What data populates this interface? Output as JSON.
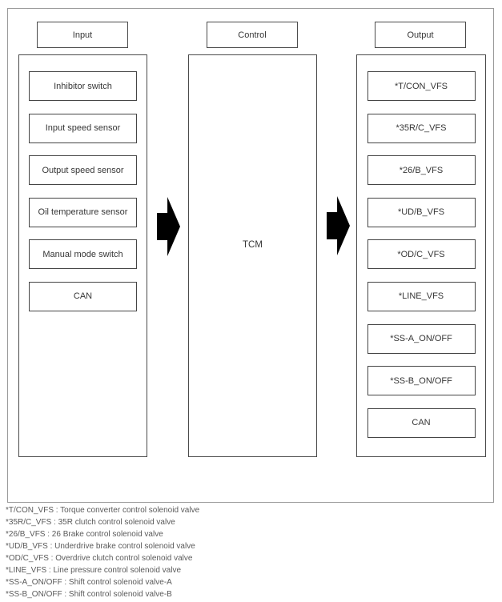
{
  "diagram": {
    "input": {
      "header": "Input",
      "boxes": [
        "Inhibitor switch",
        "Input speed sensor",
        "Output speed sensor",
        "Oil temperature sensor",
        "Manual mode switch",
        "CAN"
      ]
    },
    "control": {
      "header": "Control",
      "label": "TCM"
    },
    "output": {
      "header": "Output",
      "boxes": [
        "*T/CON_VFS",
        "*35R/C_VFS",
        "*26/B_VFS",
        "*UD/B_VFS",
        "*OD/C_VFS",
        "*LINE_VFS",
        "*SS-A_ON/OFF",
        "*SS-B_ON/OFF",
        "CAN"
      ]
    }
  },
  "footnotes": [
    "*T/CON_VFS : Torque converter control solenoid valve",
    "*35R/C_VFS : 35R clutch control solenoid valve",
    "*26/B_VFS : 26 Brake control solenoid valve",
    "*UD/B_VFS : Underdrive brake control solenoid valve",
    "*OD/C_VFS : Overdrive clutch control solenoid valve",
    "*LINE_VFS : Line pressure control solenoid valve",
    "*SS-A_ON/OFF : Shift control solenoid valve-A",
    "*SS-B_ON/OFF : Shift control solenoid valve-B"
  ],
  "colors": {
    "background": "#ffffff",
    "frame_border": "#9a9a9a",
    "box_border": "#4b4b4b",
    "box_text": "#363636",
    "arrow": "#000000",
    "footnote_text": "#5a5a5a"
  }
}
